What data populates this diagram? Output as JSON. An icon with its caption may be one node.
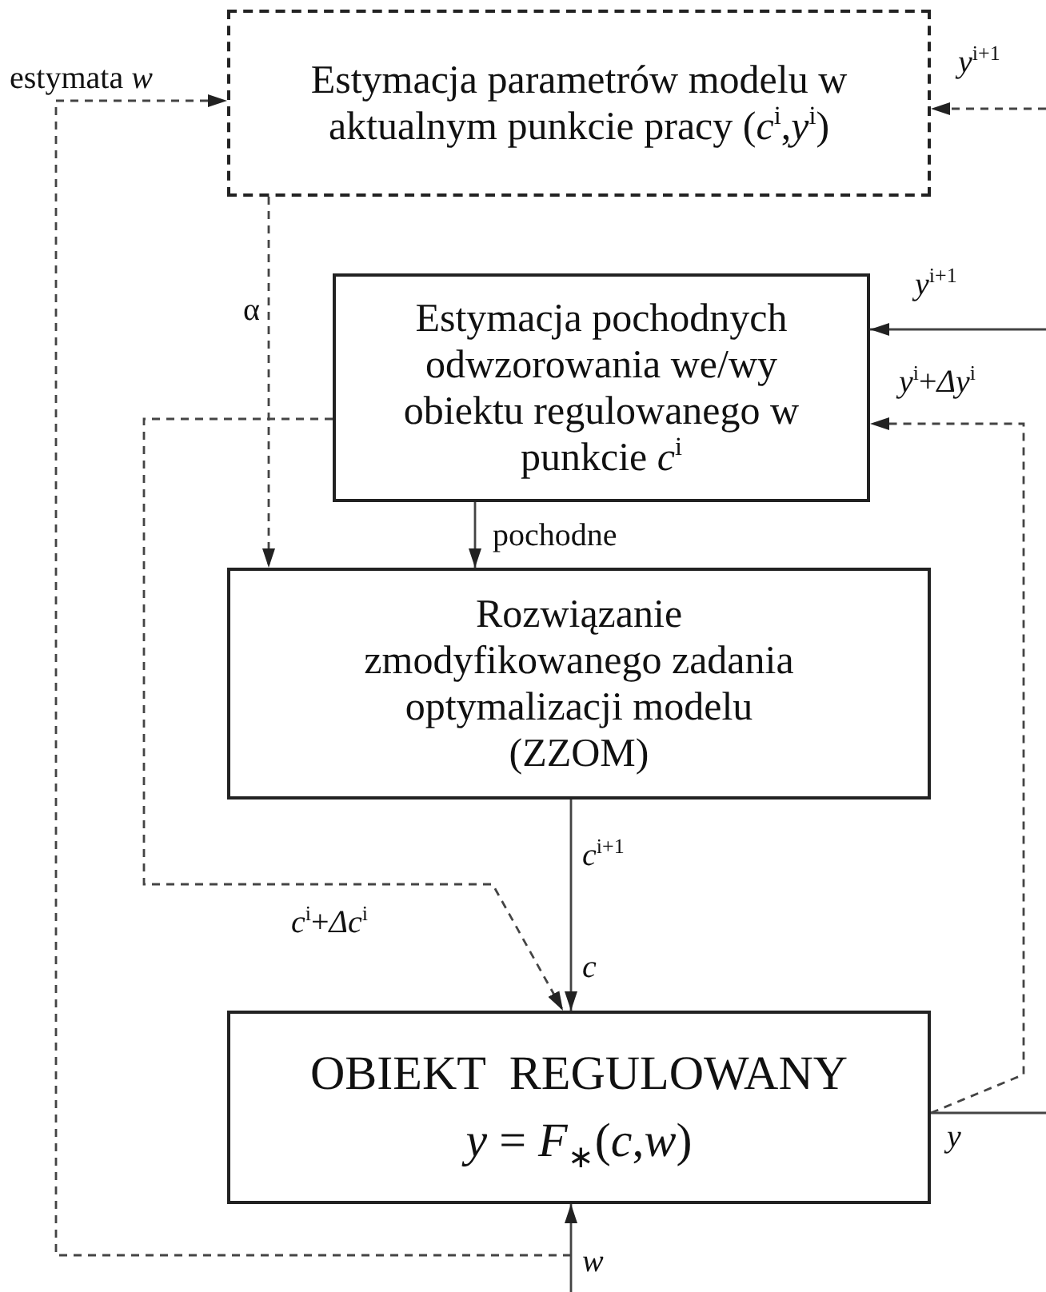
{
  "diagram": {
    "nodes": [
      {
        "text": [
          "Estymacja parametrów modelu w aktualnym punkcie pracy (*c*$^{i}$,*y*$^{i}$)"
        ]
      },
      {
        "text": [
          "Estymacja pochodnych odwzorowania we/wy obiektu regulowanego w punkcie *c*$^{i}$"
        ]
      },
      {
        "text": [
          "Rozwiązanie zmodyfikowanego zadania optymalizacji modelu (ZZOM)"
        ]
      },
      {
        "text": [
          "OBIEKT  REGULOWANY",
          "*y* = *F*$_{∗}$(*c*,*w*)"
        ]
      }
    ],
    "edges": [
      {
        "from": null,
        "to": 3,
        "arrow": "to",
        "label": "*w*"
      },
      {
        "from": null,
        "to": 0,
        "arrow": "to",
        "label": "estymata *w*",
        "style": "dashed"
      },
      {
        "from": null,
        "to": 0,
        "arrow": "to",
        "label": "*y*$^{i+1}$",
        "style": "dashed"
      },
      {
        "from": null,
        "to": 1,
        "arrow": "to",
        "label": "*y*$^{i+1}$"
      },
      {
        "from": 3,
        "to": 1,
        "arrow": "to",
        "label": "*y*$^{i}$+*Δy*$^{i}$",
        "style": "dashed"
      },
      {
        "from": 3,
        "to": null,
        "arrow": "none",
        "label": "*y*"
      },
      {
        "from": 0,
        "to": 2,
        "arrow": "to",
        "label": "α",
        "style": "dashed"
      },
      {
        "from": 1,
        "to": 2,
        "arrow": "to",
        "label": "pochodne"
      },
      {
        "from": 2,
        "to": 3,
        "arrow": "to",
        "label": "*c*$^{i+1}$"
      },
      {
        "from": 1,
        "to": 3,
        "arrow": "to",
        "label": "*c*$^{i}$+*Δc*$^{i}$",
        "style": "dashed"
      }
    ],
    "labels": [
      "*c*"
    ]
  }
}
